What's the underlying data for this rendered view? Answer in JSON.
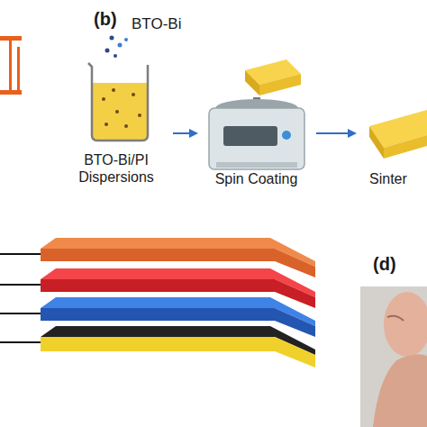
{
  "diagram": {
    "nodes": [
      {
        "text": [
          "BTO-Bi/PI Dispersions"
        ]
      },
      {
        "text": [
          "Spin Coating"
        ]
      },
      {
        "text": [
          "Sinter"
        ]
      }
    ],
    "edges": [
      {
        "from": 0,
        "to": 1,
        "arrow": "to"
      },
      {
        "from": 1,
        "to": 2,
        "arrow": "to"
      }
    ],
    "labels": [
      "(b)",
      "BTO-Bi",
      "(d)"
    ]
  }
}
